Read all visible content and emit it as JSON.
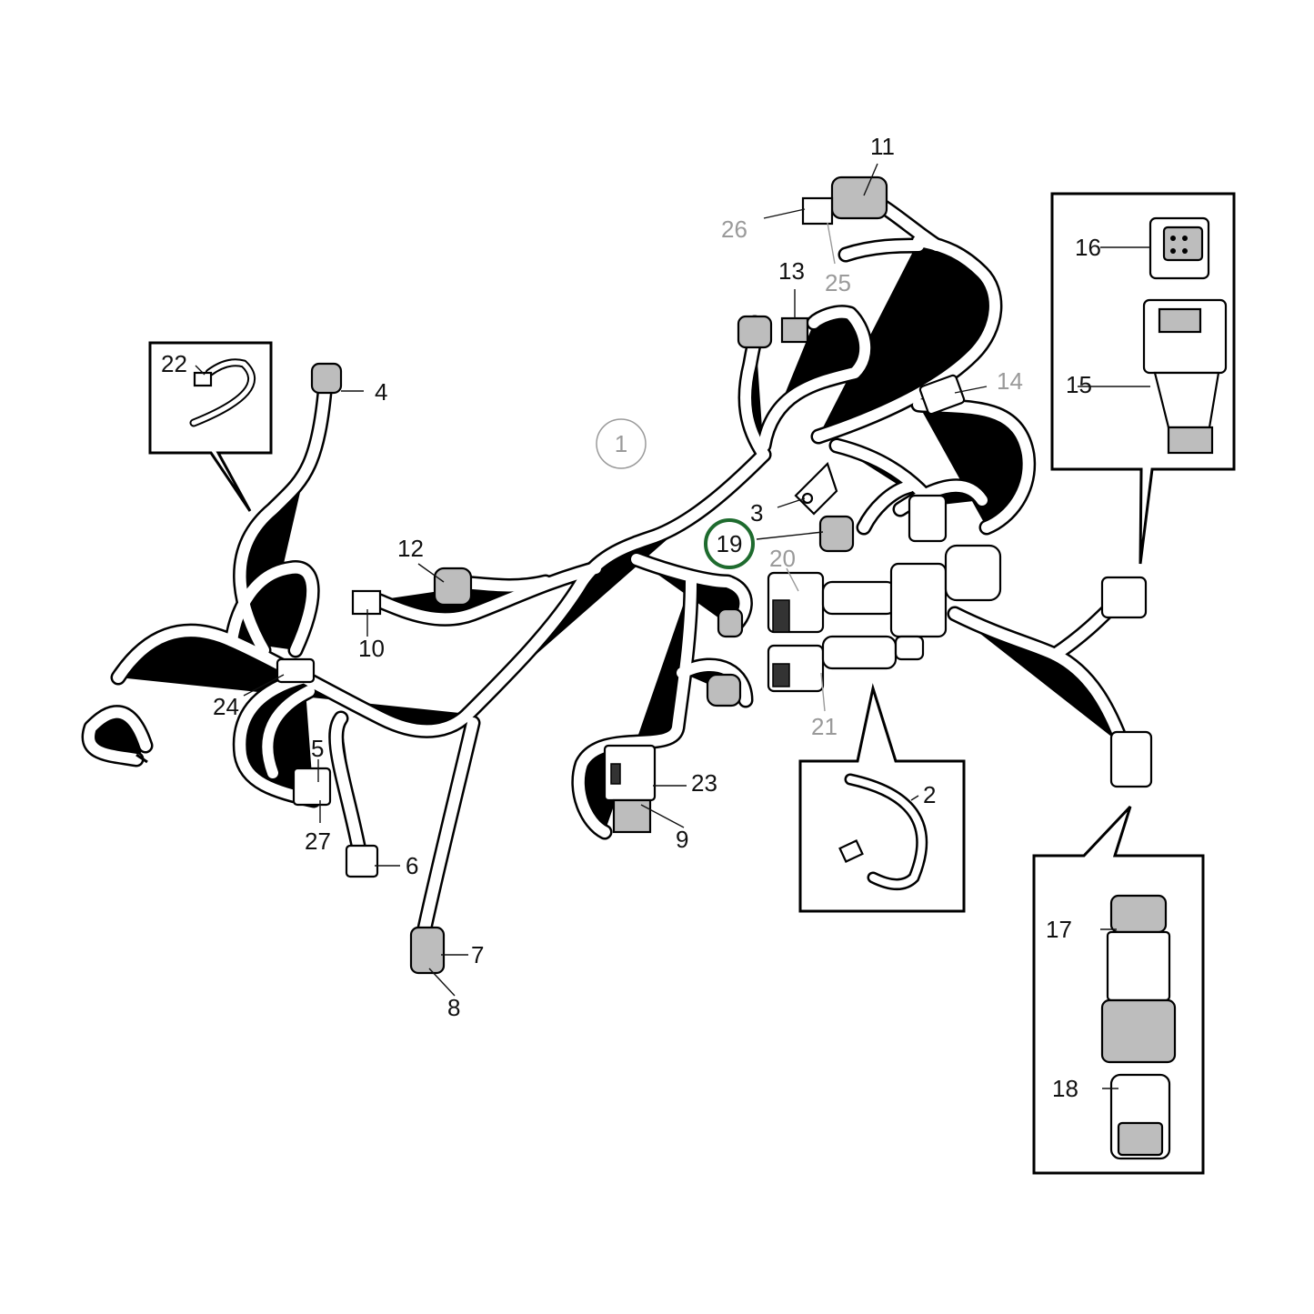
{
  "callouts": {
    "c1": "1",
    "c2": "2",
    "c3": "3",
    "c4": "4",
    "c5": "5",
    "c6": "6",
    "c7": "7",
    "c8": "8",
    "c9": "9",
    "c10": "10",
    "c11": "11",
    "c12": "12",
    "c13": "13",
    "c14": "14",
    "c15": "15",
    "c16": "16",
    "c17": "17",
    "c18": "18",
    "c19": "19",
    "c20": "20",
    "c21": "21",
    "c22": "22",
    "c23": "23",
    "c24": "24",
    "c25": "25",
    "c26": "26",
    "c27": "27"
  },
  "highlight": {
    "callout": "19",
    "color": "#1e6b2e"
  },
  "colors": {
    "line": "#000000",
    "gray_label": "#9a9a9a",
    "background": "#ffffff"
  }
}
